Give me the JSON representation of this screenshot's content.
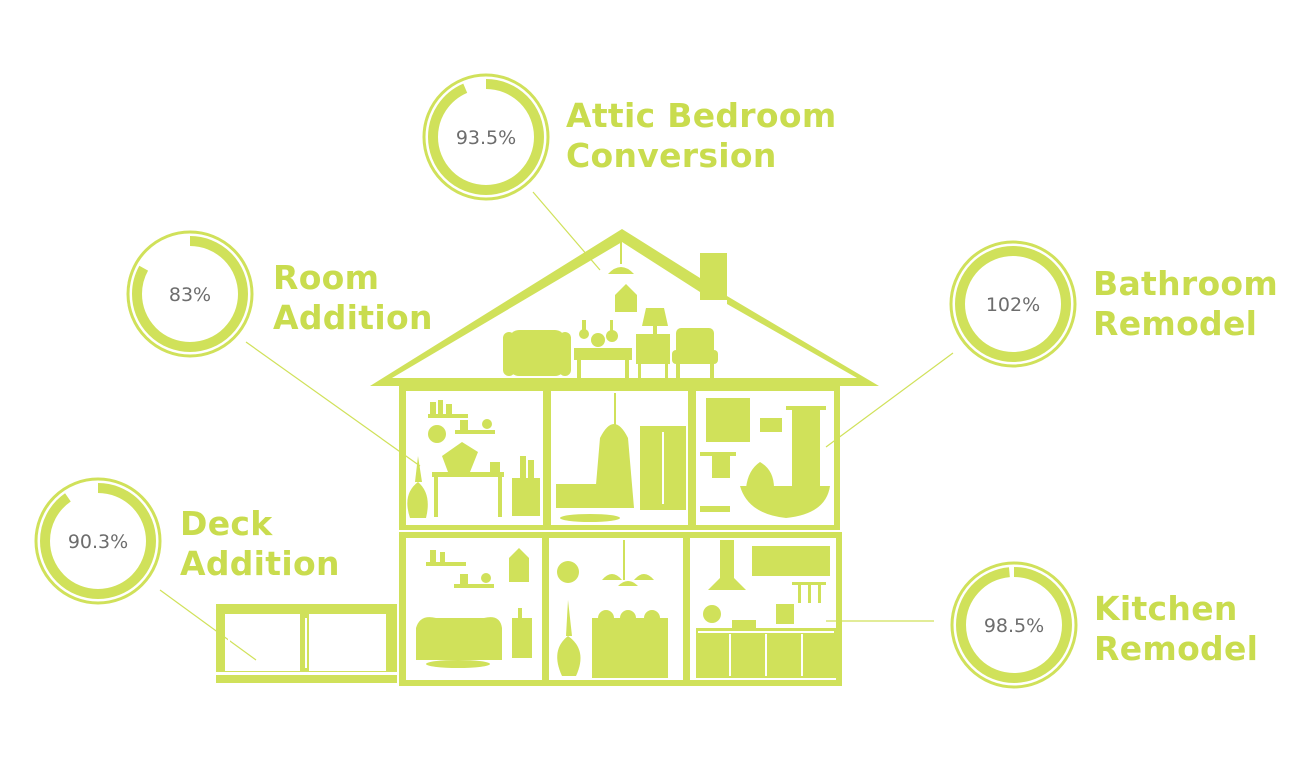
{
  "accent_color": "#d0e15a",
  "track_color": "#ffffff",
  "remodels": [
    {
      "id": "attic",
      "label_lines": [
        "Attic Bedroom",
        "Conversion"
      ],
      "percent_text": "93.5%",
      "value": 93.5
    },
    {
      "id": "room",
      "label_lines": [
        "Room",
        "Addition"
      ],
      "percent_text": "83%",
      "value": 83
    },
    {
      "id": "bath",
      "label_lines": [
        "Bathroom",
        "Remodel"
      ],
      "percent_text": "102%",
      "value": 102
    },
    {
      "id": "deck",
      "label_lines": [
        "Deck",
        "Addition"
      ],
      "percent_text": "90.3%",
      "value": 90.3
    },
    {
      "id": "kitchen",
      "label_lines": [
        "Kitchen",
        "Remodel"
      ],
      "percent_text": "98.5%",
      "value": 98.5
    }
  ],
  "icons": [
    "house-icon",
    "deck-icon",
    "sofa-icon",
    "lamp-icon",
    "vase-icon",
    "wardrobe-icon",
    "bathtub-icon",
    "range-hood-icon",
    "pendant-light-icon"
  ]
}
